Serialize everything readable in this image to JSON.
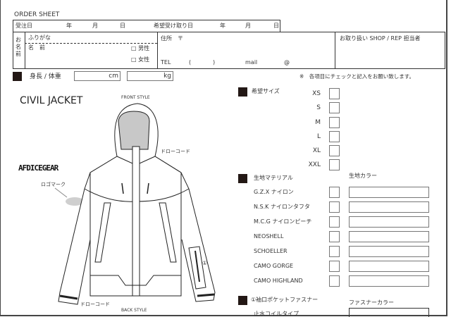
{
  "header": {
    "title": "ORDER SHEET"
  },
  "dates": {
    "order_date": "受注日",
    "year1": "年",
    "month1": "月",
    "day1": "日",
    "pickup_date": "希望受け取り日",
    "year2": "年",
    "month2": "月",
    "day2": "日"
  },
  "customer": {
    "name_section": "お名前",
    "furigana": "ふりがな",
    "name": "名　前",
    "male": "□ 男性",
    "female": "□ 女性",
    "address": "住所　〒",
    "tel": "TEL",
    "paren_open": "(",
    "paren_close": ")",
    "mail": "mail",
    "at": "@",
    "shop_rep": "お取り扱い SHOP / REP 担当者"
  },
  "body": {
    "label": "身長 / 体重",
    "height_unit": "cm",
    "weight_unit": "kg",
    "note": "※　各項目にチェックと記入をお願い致します。"
  },
  "product": {
    "name": "CIVIL JACKET",
    "front": "FRONT STYLE",
    "back": "BACK STYLE",
    "drawcord_top": "ドローコード",
    "drawcord_bottom": "ドローコード",
    "logo_text": "AFDICEGEAR",
    "logo_mark": "ロゴマーク",
    "sleeve_marker": "①"
  },
  "size": {
    "label": "希望サイズ",
    "options": [
      "XS",
      "S",
      "M",
      "L",
      "XL",
      "XXL"
    ]
  },
  "material": {
    "label": "生地マテリアル",
    "color_label": "生地カラー",
    "options": [
      "G.Z.X ナイロン",
      "N.S.K ナイロンタフタ",
      "M.C.G ナイロンピーチ",
      "NEOSHELL",
      "SCHOELLER",
      "CAMO  GORGE",
      "CAMO HIGHLAND"
    ]
  },
  "zipper": {
    "label": "①袖口ポケットファスナー",
    "color_label": "ファスナーカラー",
    "first_option": "止水コイルタイプ"
  },
  "colors": {
    "square": "#231815",
    "face_gray": "#c8c8c8"
  }
}
